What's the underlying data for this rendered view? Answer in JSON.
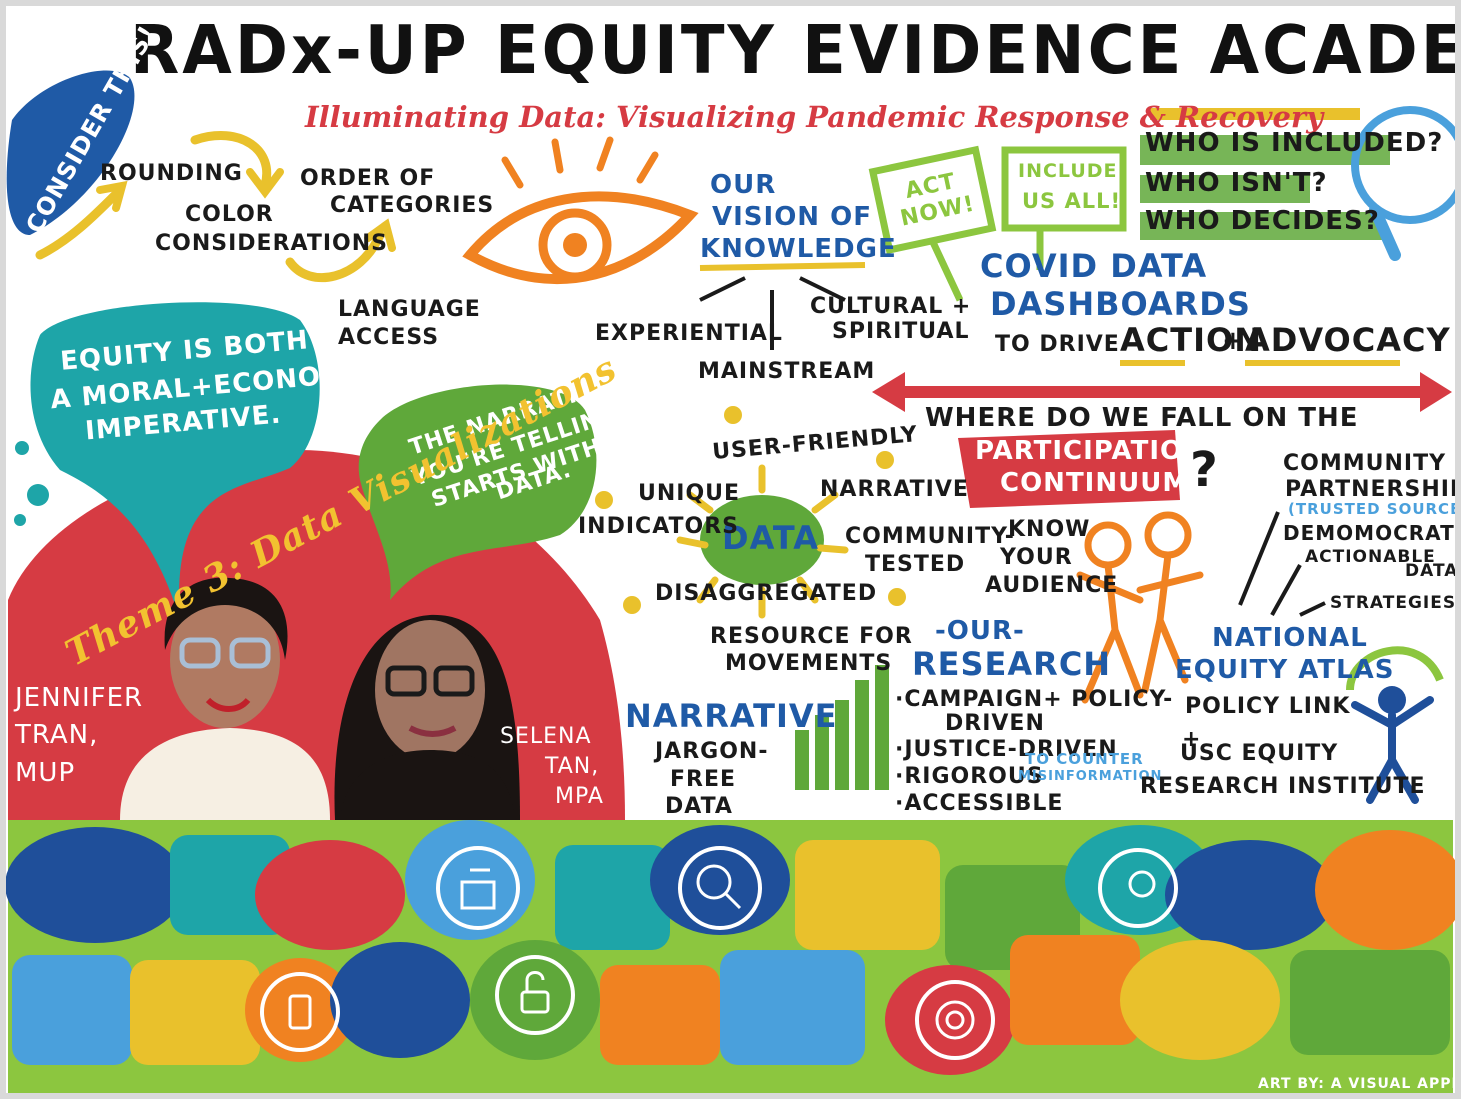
{
  "title": "RADx-UP EQUITY EVIDENCE ACADEMY",
  "subtitle": "Illuminating Data: Visualizing Pandemic Response & Recovery",
  "consider": {
    "badge": "CONSIDER THIS!",
    "rounding": "ROUNDING",
    "color_1": "COLOR",
    "color_2": "CONSIDERATIONS",
    "order_1": "ORDER OF",
    "order_2": "CATEGORIES",
    "language_1": "LANGUAGE",
    "language_2": "ACCESS"
  },
  "vision": {
    "heading_1": "OUR",
    "heading_2": "VISION OF",
    "heading_3": "KNOWLEDGE",
    "experiential": "EXPERIENTIAL",
    "mainstream": "MAINSTREAM",
    "cultural_1": "CULTURAL +",
    "cultural_2": "SPIRITUAL"
  },
  "signs": {
    "act_1": "ACT",
    "act_2": "NOW!",
    "include_1": "INCLUDE",
    "include_2": "US ALL!"
  },
  "questions": [
    "WHO IS INCLUDED?",
    "WHO ISN'T?",
    "WHO DECIDES?"
  ],
  "covid": {
    "line_1": "COVID DATA",
    "line_2": "DASHBOARDS",
    "line_3a": "TO DRIVE",
    "line_3b": "ACTION",
    "line_3c": "+",
    "line_3d": "ADVOCACY!"
  },
  "bubbles": {
    "equity_1": "EQUITY IS BOTH",
    "equity_2": "A MORAL+ECONOMIC",
    "equity_3": "IMPERATIVE.",
    "narrative_1": "THE NARRATIVE",
    "narrative_2": "YOU'RE TELLING",
    "narrative_3": "STARTS WITH",
    "narrative_4": "DATA."
  },
  "theme": "Theme 3: Data Visualizations",
  "speakers": {
    "jennifer_1": "JENNIFER",
    "jennifer_2": "TRAN,",
    "jennifer_3": "MUP",
    "selena_1": "SELENA",
    "selena_2": "TAN,",
    "selena_3": "MPA"
  },
  "data_map": {
    "center": "DATA",
    "user_friendly": "USER-FRIENDLY",
    "narrative": "NARRATIVE",
    "unique_1": "UNIQUE",
    "unique_2": "INDICATORS",
    "community_1": "COMMUNITY-",
    "community_2": "TESTED",
    "disaggregated": "DISAGGREGATED",
    "resource_1": "RESOURCE FOR",
    "resource_2": "MOVEMENTS"
  },
  "participation": {
    "question": "WHERE DO WE FALL ON THE",
    "banner_1": "PARTICIPATION",
    "banner_2": "CONTINUUM",
    "qmark": "?",
    "know_1": "KNOW",
    "know_2": "YOUR",
    "know_3": "AUDIENCE"
  },
  "narrative_block": {
    "heading": "NARRATIVE",
    "line_1": "JARGON-",
    "line_2": "FREE",
    "line_3": "DATA"
  },
  "research": {
    "heading_1": "-OUR-",
    "heading_2": "RESEARCH",
    "item_1a": "·CAMPAIGN+ POLICY-",
    "item_1b": "DRIVEN",
    "item_2": "·JUSTICE-DRIVEN",
    "item_3": "·RIGOROUS",
    "item_3_note_1": "TO COUNTER",
    "item_3_note_2": "MISINFORMATION",
    "item_4": "·ACCESSIBLE"
  },
  "community": {
    "line_1": "COMMUNITY",
    "line_2": "PARTNERSHIPS",
    "trusted": "(TRUSTED SOURCES)",
    "demo_1": "DEMOMOCRATIZED,",
    "demo_2": "ACTIONABLE",
    "demo_3": "DATA",
    "strategies": "STRATEGIES",
    "atlas_1": "NATIONAL",
    "atlas_2": "EQUITY ATLAS",
    "policy_link": "POLICY LINK",
    "plus": "+",
    "usc_1": "USC EQUITY",
    "usc_2": "RESEARCH INSTITUTE"
  },
  "credit": "ART BY: A VISUAL APPROACH",
  "icons": [
    "ballot-box-icon",
    "magnifier-chart-icon",
    "head-globe-icon",
    "phone-social-icon",
    "unlock-icon",
    "target-icon"
  ],
  "colors": {
    "red": "#d63b43",
    "teal": "#1ea5a8",
    "green": "#5fa83a",
    "orange": "#f08221",
    "yellow": "#e9c12c",
    "navy": "#1f4f9a",
    "blue": "#1f5aa6",
    "light_blue": "#4aa0dc"
  }
}
